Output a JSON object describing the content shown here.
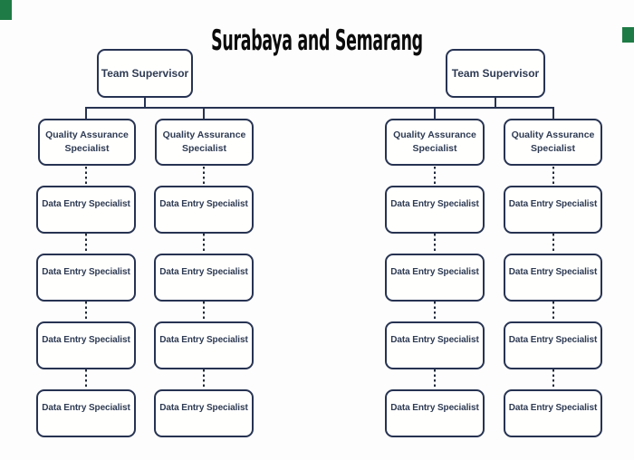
{
  "title": "Surabaya and Semarang",
  "colors": {
    "background": "#fdfdfd",
    "box_border": "#273352",
    "box_fill": "#fffffe",
    "box_text": "#2e3b53",
    "title_text": "#0b0b0b",
    "connector_line": "#273352",
    "dotted_line": "#202a3c",
    "corner_accent_green": "#1e7b45"
  },
  "groups": [
    {
      "name": "left",
      "supervisor": {
        "label": "Team Supervisor"
      },
      "columns": [
        {
          "lead": {
            "label": "Quality Assurance Specialist"
          },
          "members": [
            {
              "label": "Data Entry Specialist"
            },
            {
              "label": "Data Entry Specialist"
            },
            {
              "label": "Data Entry Specialist"
            },
            {
              "label": "Data Entry Specialist"
            }
          ]
        },
        {
          "lead": {
            "label": "Quality Assurance Specialist"
          },
          "members": [
            {
              "label": "Data Entry Specialist"
            },
            {
              "label": "Data Entry Specialist"
            },
            {
              "label": "Data Entry Specialist"
            },
            {
              "label": "Data Entry Specialist"
            }
          ]
        }
      ]
    },
    {
      "name": "right",
      "supervisor": {
        "label": "Team Supervisor"
      },
      "columns": [
        {
          "lead": {
            "label": "Quality Assurance Specialist"
          },
          "members": [
            {
              "label": "Data Entry Specialist"
            },
            {
              "label": "Data Entry Specialist"
            },
            {
              "label": "Data Entry Specialist"
            },
            {
              "label": "Data Entry Specialist"
            }
          ]
        },
        {
          "lead": {
            "label": "Quality Assurance Specialist"
          },
          "members": [
            {
              "label": "Data Entry Specialist"
            },
            {
              "label": "Data Entry Specialist"
            },
            {
              "label": "Data Entry Specialist"
            },
            {
              "label": "Data Entry Specialist"
            }
          ]
        }
      ]
    }
  ]
}
